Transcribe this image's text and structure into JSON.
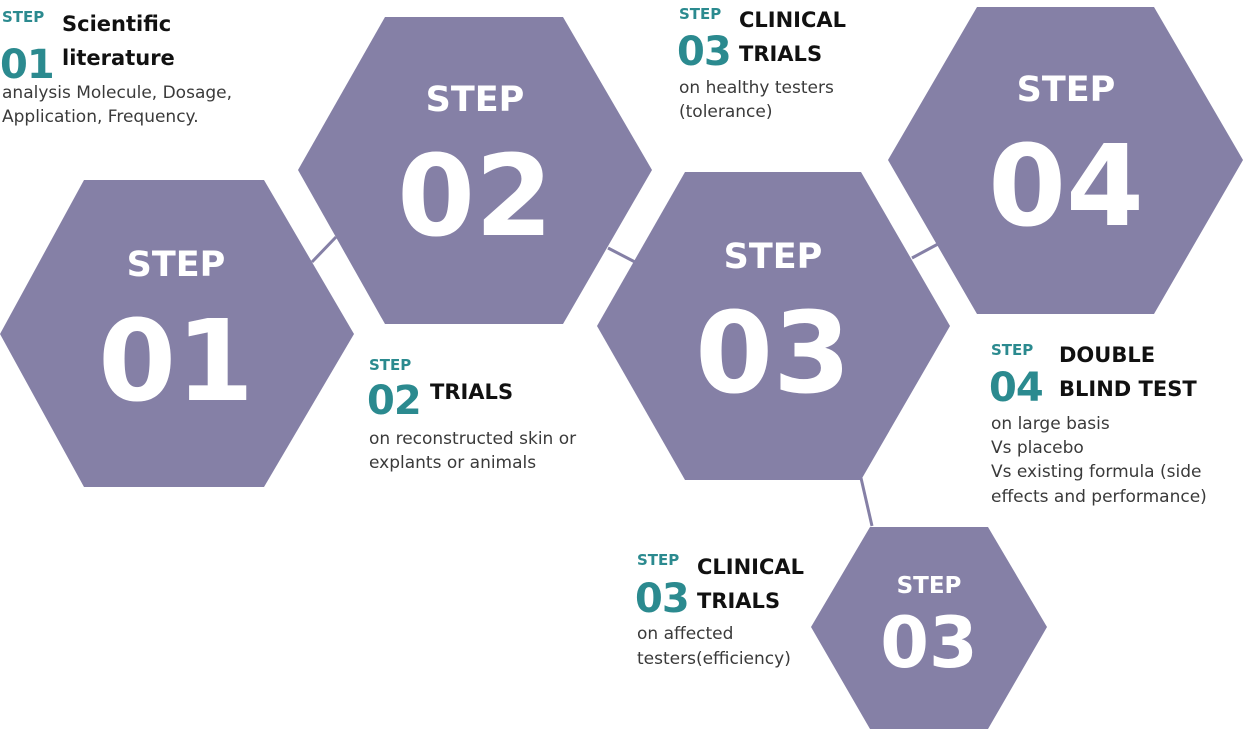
{
  "hexagons": [
    {
      "word": "STEP",
      "number": "01"
    },
    {
      "word": "STEP",
      "number": "02"
    },
    {
      "word": "STEP",
      "number": "03"
    },
    {
      "word": "STEP",
      "number": "04"
    },
    {
      "word": "STEP",
      "number": "03"
    }
  ],
  "blocks": [
    {
      "step": "STEP",
      "number": "01",
      "title_lines": [
        "Scientific",
        "literature"
      ],
      "description_lines": [
        "analysis Molecule, Dosage,",
        "Application, Frequency."
      ]
    },
    {
      "step": "STEP",
      "number": "02",
      "title_lines": [
        "TRIALS"
      ],
      "description_lines": [
        "on reconstructed skin or",
        "explants or animals"
      ]
    },
    {
      "step": "STEP",
      "number": "03",
      "title_lines": [
        "CLINICAL",
        "TRIALS"
      ],
      "description_lines": [
        "on healthy testers",
        "(tolerance)"
      ]
    },
    {
      "step": "STEP",
      "number": "04",
      "title_lines": [
        "DOUBLE",
        "BLIND TEST"
      ],
      "description_lines": [
        "on large basis",
        "Vs placebo",
        "Vs existing formula (side",
        "effects and performance)"
      ]
    },
    {
      "step": "STEP",
      "number": "03",
      "title_lines": [
        "CLINICAL",
        "TRIALS"
      ],
      "description_lines": [
        "on affected",
        "testers(efficiency)"
      ]
    }
  ]
}
